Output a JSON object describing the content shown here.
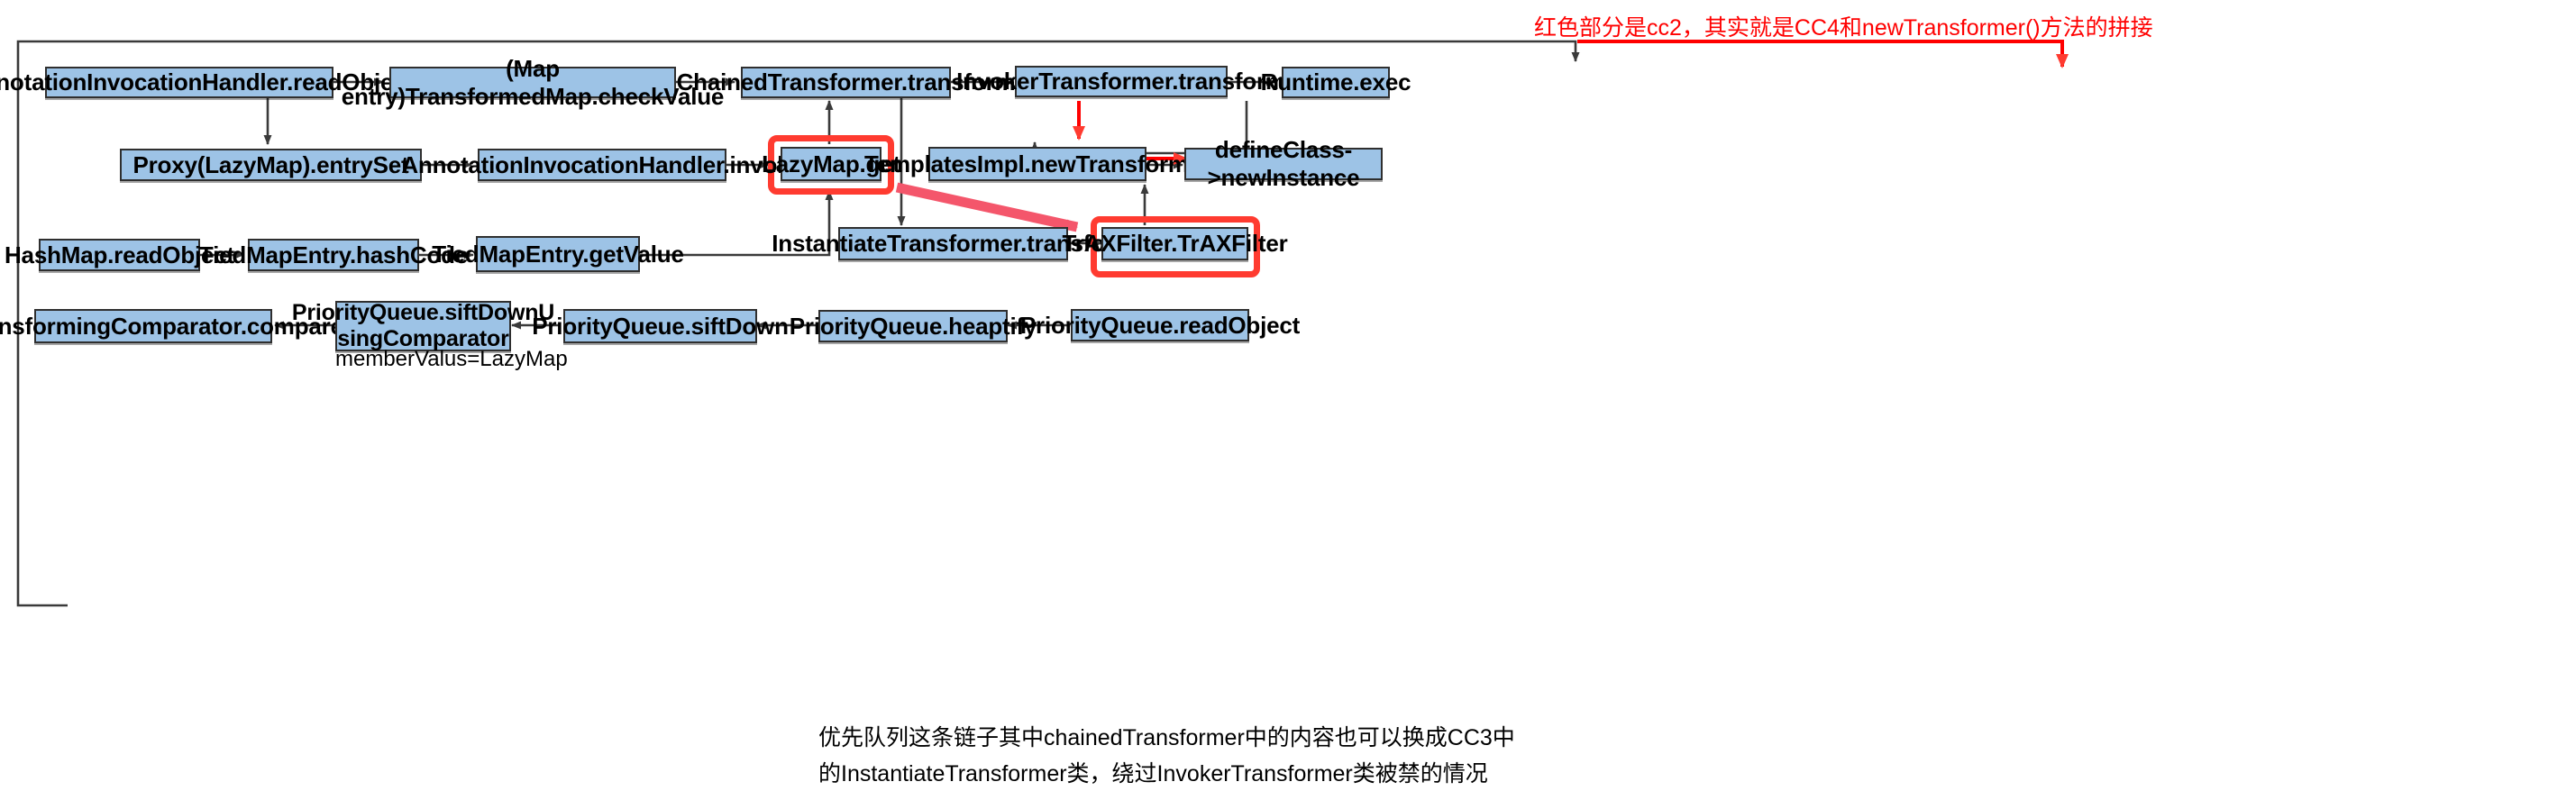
{
  "diagram": {
    "title_note_red": "红色部分是cc2，其实就是CC4和newTransformer()方法的拼接",
    "bottom_note_line1": "优先队列这条链子其中chainedTransformer中的内容也可以换成CC3中",
    "bottom_note_line2": "的InstantiateTransformer类，绕过InvokerTransformer类被禁的情况",
    "inline_label_member_valus": "memberValus=LazyMap",
    "colors": {
      "node_fill": "#9DC3E6",
      "node_border": "#2f2f2f",
      "highlight": "#FF3B30",
      "note_red": "#FF0000",
      "wire": "#3a3a3a"
    },
    "nodes": [
      {
        "id": "annotation-invocation-handler-readobject",
        "label": "AnnotationInvocationHandler.readObject"
      },
      {
        "id": "transformedmap-checkvalue",
        "label": "(Map entry)TransformedMap.checkValue"
      },
      {
        "id": "chainedtransformer-transform",
        "label": "ChainedTransformer.transform"
      },
      {
        "id": "invokertransformer-transform",
        "label": "InvokerTransformer.transform"
      },
      {
        "id": "runtime-exec",
        "label": "Runtime.exec"
      },
      {
        "id": "proxy-lazymap-entryset",
        "label": "Proxy(LazyMap).entrySet"
      },
      {
        "id": "annotation-invocation-handler-invoke",
        "label": "AnnotationInvocationHandler.invoke"
      },
      {
        "id": "lazymap-get",
        "label": "LazyMap.get"
      },
      {
        "id": "templatesimpl-newtransformer",
        "label": "TemplatesImpl.newTransformer"
      },
      {
        "id": "defineclass-newinstance",
        "label": "defineClass->newInstance"
      },
      {
        "id": "hashmap-readobject",
        "label": "HashMap.readObject"
      },
      {
        "id": "tiedmapentry-hashcode",
        "label": "TiedMapEntry.hashCode"
      },
      {
        "id": "tiedmapentry-getvalue",
        "label": "TiedMapEntry.getValue"
      },
      {
        "id": "instantiatetransformer-transform",
        "label": "InstantiateTransformer.transform"
      },
      {
        "id": "traxfilter-traxfilter",
        "label": "TrAXFilter.TrAXFilter"
      },
      {
        "id": "transformingcomparator-compare",
        "label": "TransformingComparator.compare"
      },
      {
        "id": "priorityqueue-siftdownusingcomparator",
        "label": "PriorityQueue.siftDownU\nsingComparator"
      },
      {
        "id": "priorityqueue-siftdown",
        "label": "PriorityQueue.siftDown"
      },
      {
        "id": "priorityqueue-heaptify",
        "label": "PriorityQueue.heaptify"
      },
      {
        "id": "priorityqueue-readobject",
        "label": "PriorityQueue.readObject"
      }
    ]
  }
}
